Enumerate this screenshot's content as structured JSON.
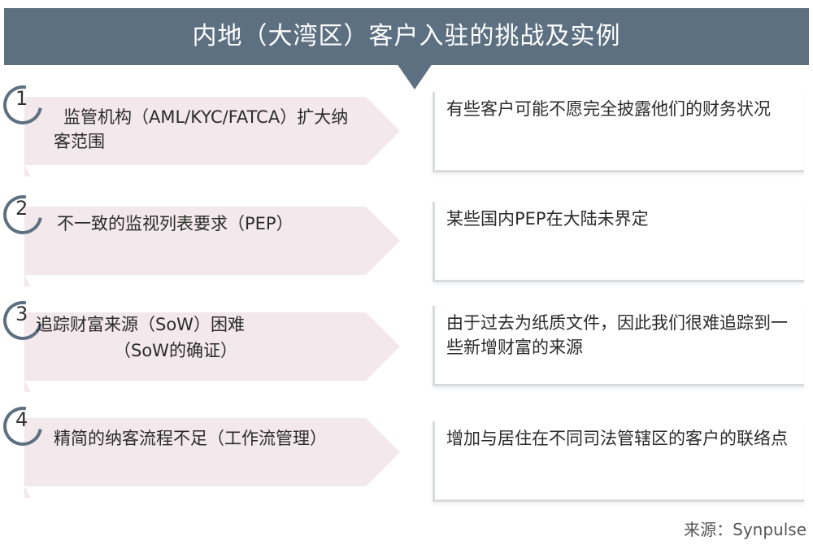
{
  "title": "内地（大湾区）客户入驻的挑战及实例",
  "rows": [
    {
      "number": "1",
      "challenge": "监管机构（AML/KYC/FATCA）扩大纳客范围",
      "example": "有些客户可能不愿完全披露他们的财务状况"
    },
    {
      "number": "2",
      "challenge": "不一致的监视列表要求（PEP）",
      "example": "某些国内PEP在大陆未界定"
    },
    {
      "number": "3",
      "challenge": "追踪财富来源（SoW）困难",
      "challenge_sub": "（SoW的确证）",
      "example": "由于过去为纸质文件，因此我们很难追踪到一些新增财富的来源"
    },
    {
      "number": "4",
      "challenge": "精简的纳客流程不足（工作流管理）",
      "example": "增加与居住在不同司法管辖区的客户的联络点"
    }
  ],
  "source": "来源：Synpulse",
  "colors": {
    "header": "#5d7081",
    "arrow_fill": "#f3e8eb",
    "divider": "#d8dcdf"
  }
}
